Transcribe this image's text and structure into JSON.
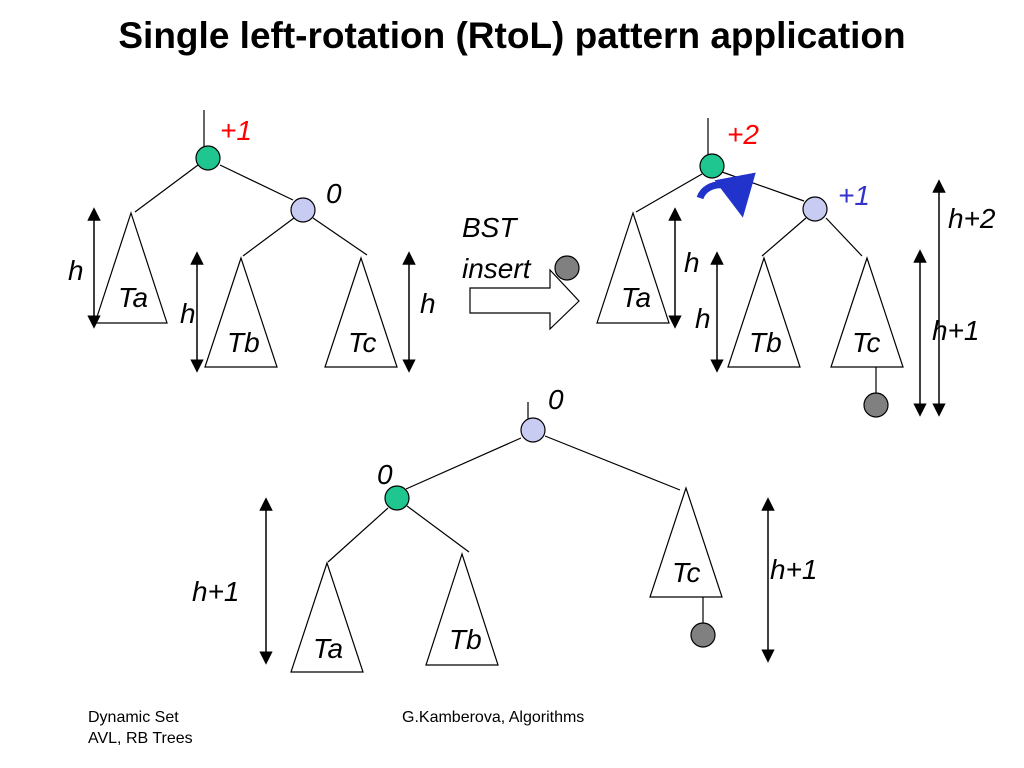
{
  "title": "Single left-rotation (RtoL) pattern application",
  "labels": {
    "ta": "Ta",
    "tb": "Tb",
    "tc": "Tc",
    "h": "h",
    "h_plus_1": "h+1",
    "h_plus_2": "h+2",
    "bst": "BST",
    "insert": "insert"
  },
  "balance": {
    "before_root": "+1",
    "before_child": "0",
    "after_root": "+2",
    "after_child": "+1",
    "rotated_root": "0",
    "rotated_child": "0"
  },
  "colors": {
    "balance_red": "#ff0000",
    "balance_blue": "#3333cc",
    "node_green": "#1fc690",
    "node_blue": "#c9ccf2",
    "node_gray": "#808080",
    "rotate_arrow": "#2233cc"
  },
  "footer": {
    "left_line1": "Dynamic Set",
    "left_line2": "AVL, RB Trees",
    "center": "G.Kamberova, Algorithms"
  }
}
